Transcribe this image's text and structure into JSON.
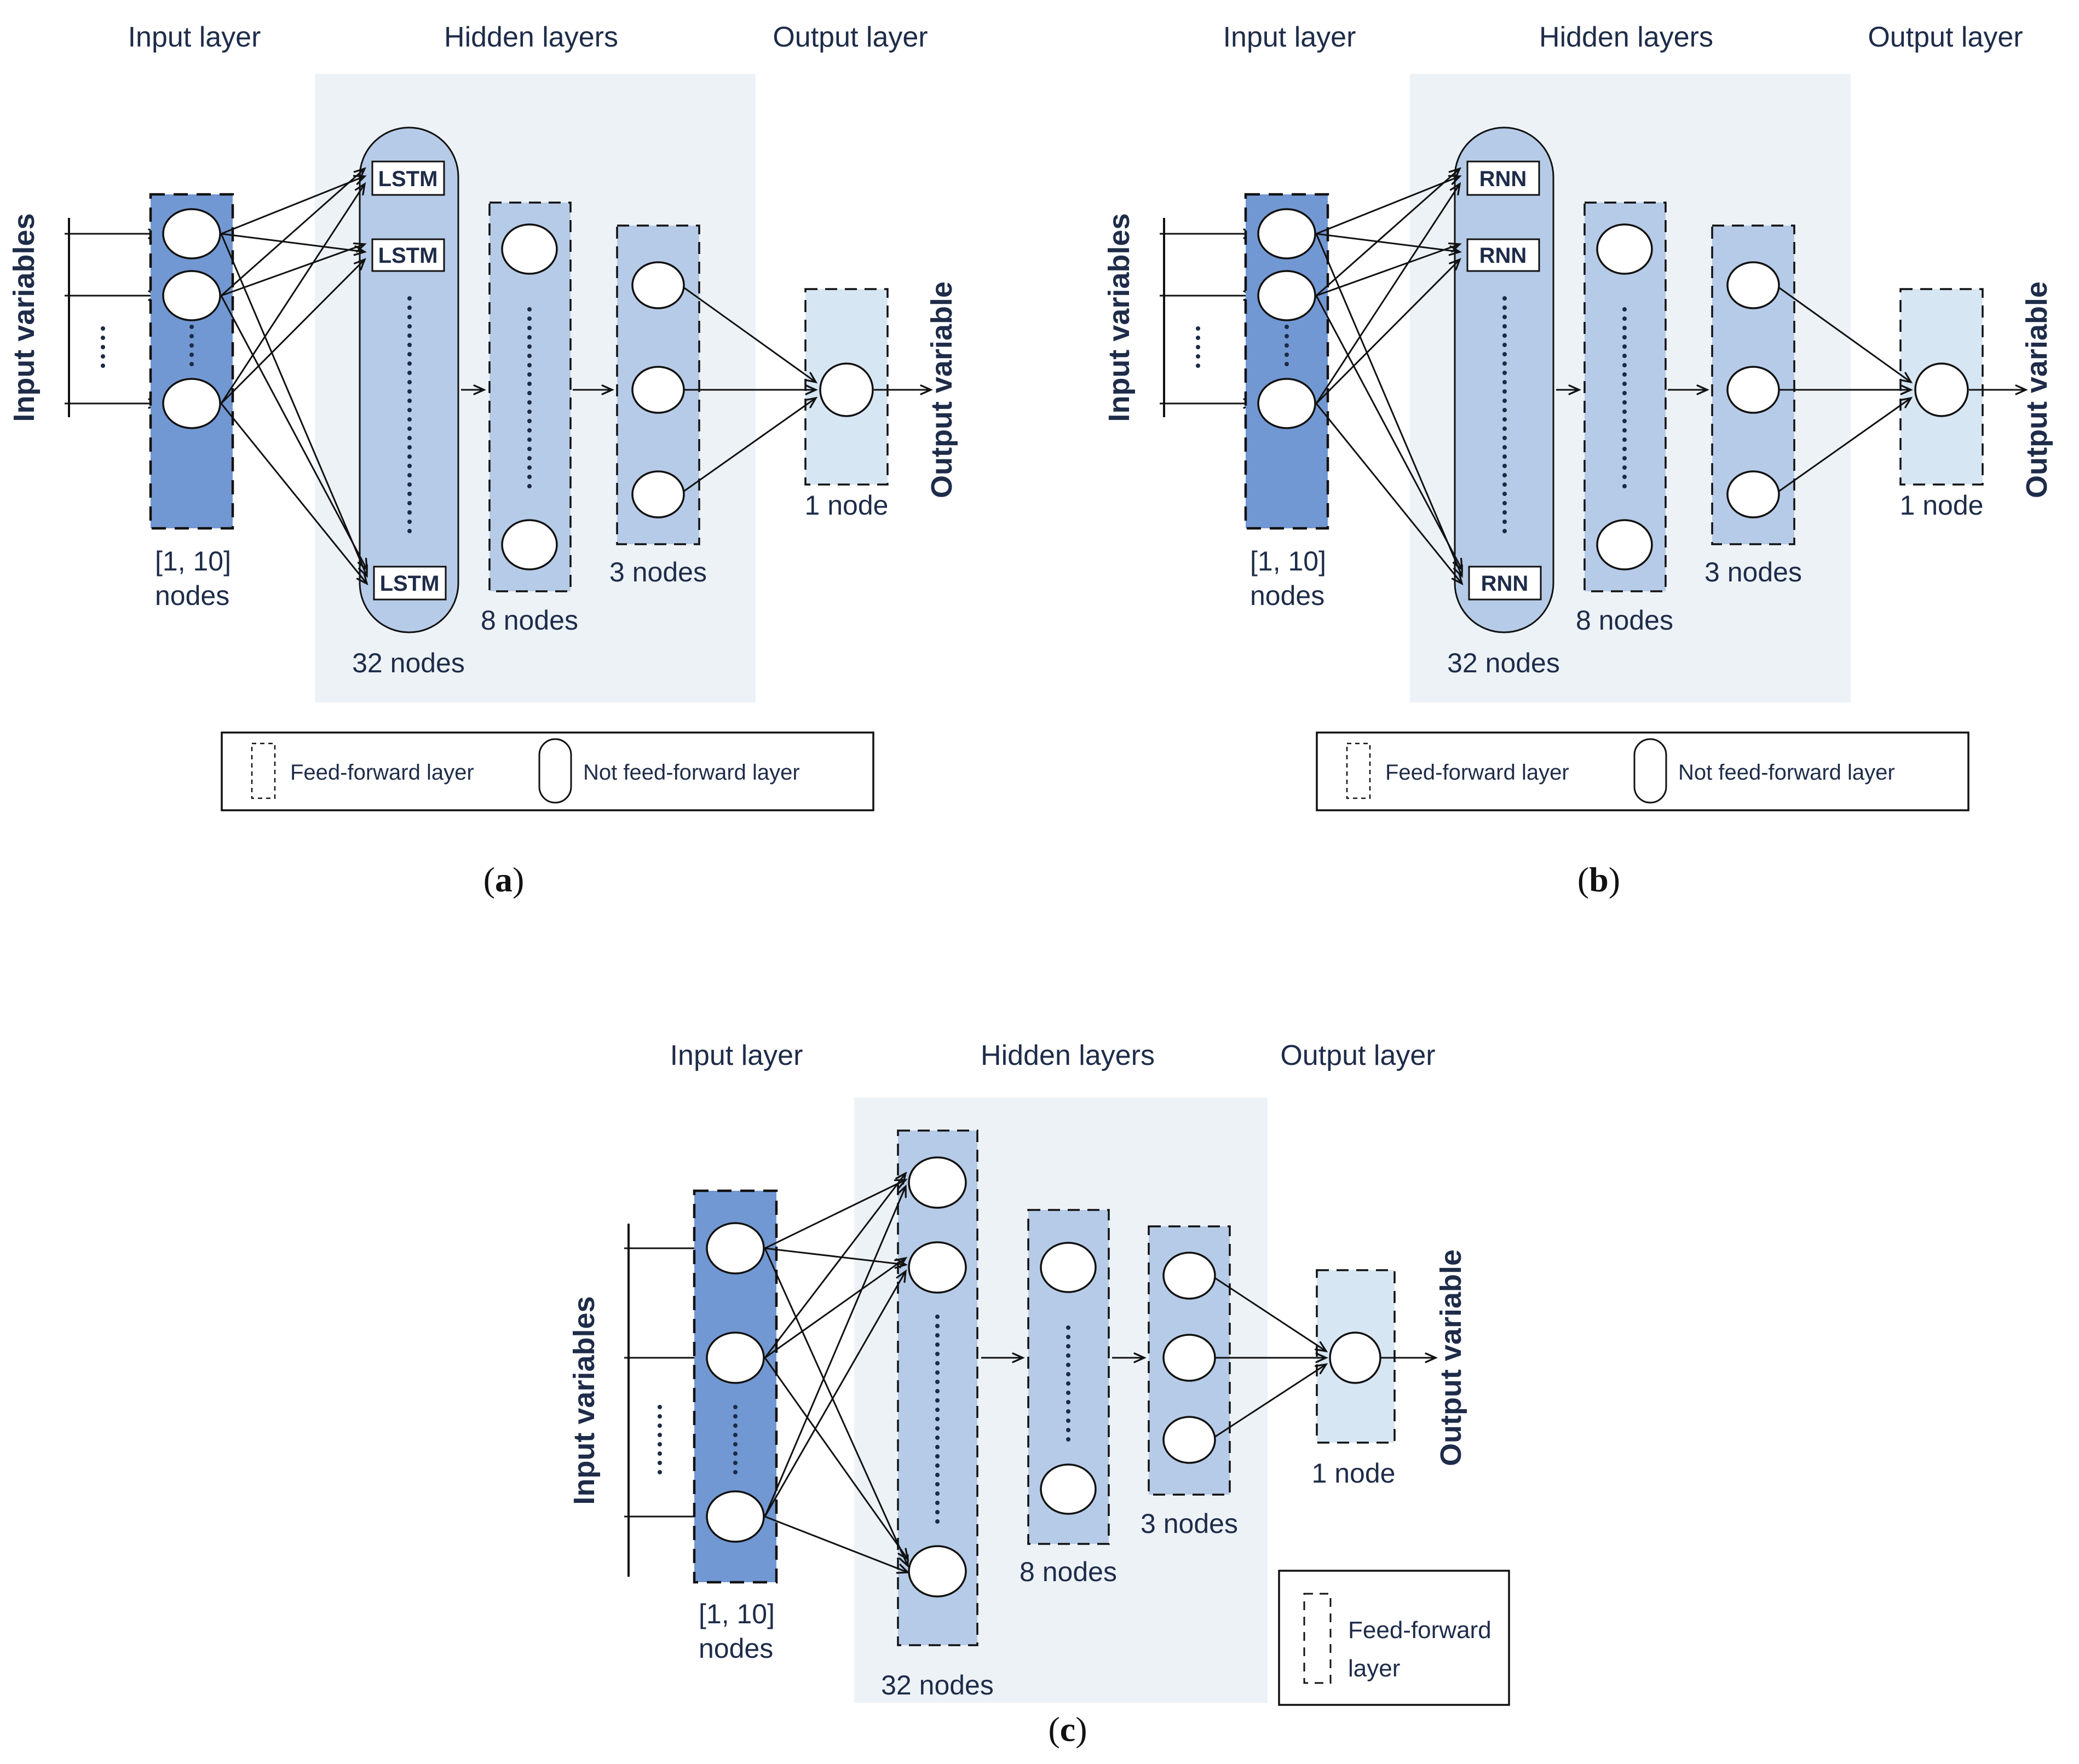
{
  "figure": {
    "type": "neural-network-architecture-diagrams",
    "panel_count": 3
  },
  "colors": {
    "text": "#1e2c49",
    "line": "#111111",
    "dots": "#1c2b45",
    "input_layer_fill": "#7298d3",
    "hidden_layer_fill": "#b6cbe7",
    "output_layer_fill": "#d7e6f3",
    "hidden_panel_bg": "#edf2f7",
    "node_fill": "#ffffff"
  },
  "panels": {
    "a": {
      "caption": {
        "open": "(",
        "letter": "a",
        "close": ")"
      },
      "titles": {
        "input": "Input layer",
        "hidden": "Hidden layers",
        "output": "Output layer"
      },
      "input_axis_label": "Input variables",
      "output_axis_label": "Output variable",
      "cell_label": "LSTM",
      "node_counts": {
        "input_line1": "[1, 10]",
        "input_line2": "nodes",
        "hidden1": "32 nodes",
        "hidden2": "8 nodes",
        "hidden3": "3 nodes",
        "output": "1 node"
      },
      "legend": {
        "feed_forward": "Feed-forward layer",
        "not_feed_forward": "Not feed-forward layer"
      }
    },
    "b": {
      "caption": {
        "open": "(",
        "letter": "b",
        "close": ")"
      },
      "titles": {
        "input": "Input layer",
        "hidden": "Hidden layers",
        "output": "Output layer"
      },
      "input_axis_label": "Input variables",
      "output_axis_label": "Output variable",
      "cell_label": "RNN",
      "node_counts": {
        "input_line1": "[1, 10]",
        "input_line2": "nodes",
        "hidden1": "32 nodes",
        "hidden2": "8 nodes",
        "hidden3": "3 nodes",
        "output": "1 node"
      },
      "legend": {
        "feed_forward": "Feed-forward layer",
        "not_feed_forward": "Not feed-forward layer"
      }
    },
    "c": {
      "caption": {
        "open": "(",
        "letter": "c",
        "close": ")"
      },
      "titles": {
        "input": "Input layer",
        "hidden": "Hidden layers",
        "output": "Output layer"
      },
      "input_axis_label": "Input variables",
      "output_axis_label": "Output variable",
      "node_counts": {
        "input_line1": "[1, 10]",
        "input_line2": "nodes",
        "hidden1": "32 nodes",
        "hidden2": "8 nodes",
        "hidden3": "3 nodes",
        "output": "1 node"
      },
      "legend": {
        "feed_forward_line1": "Feed-forward",
        "feed_forward_line2": "layer"
      }
    }
  }
}
